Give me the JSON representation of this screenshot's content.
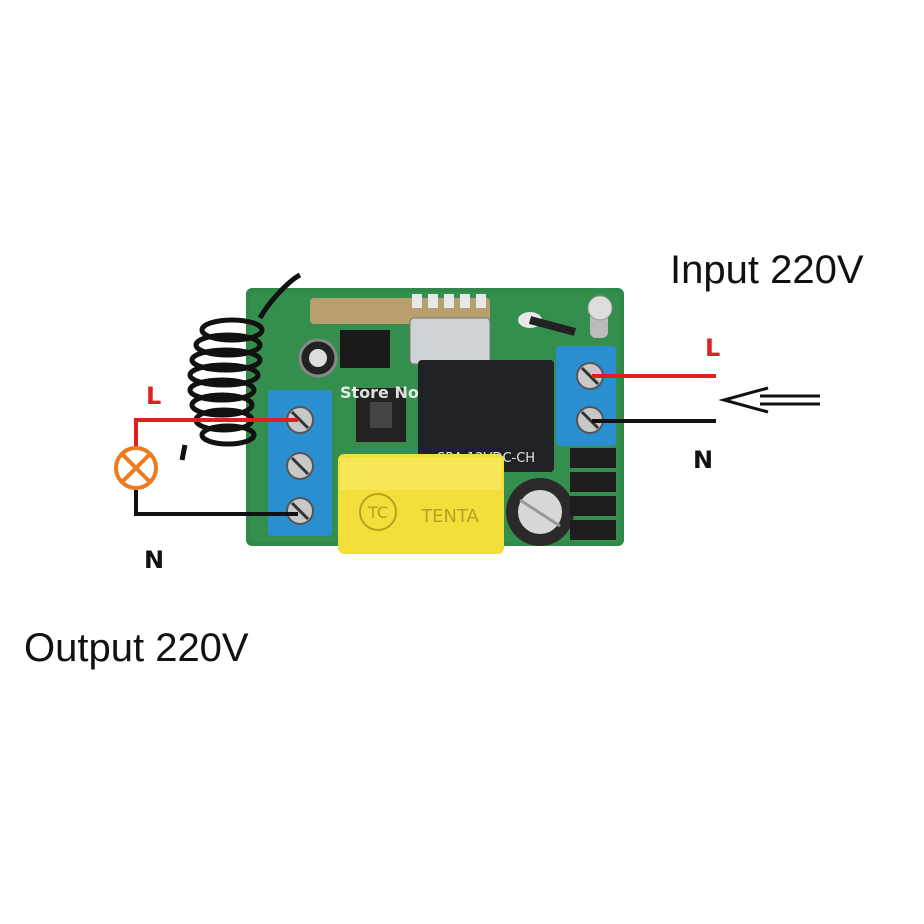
{
  "input_label": "Input 220V",
  "output_label": "Output 220V",
  "input_live": "L",
  "input_neutral": "N",
  "output_live": "L",
  "output_neutral": "N",
  "relay_text": "SRA-12VDC-CH",
  "capacitor_text": "TENTA",
  "capacitor_logo": "TC",
  "watermark": "Store No",
  "colors": {
    "live_wire": "#e02020",
    "neutral_wire": "#111111",
    "pcb": "#2f8a4a",
    "terminal": "#2a8fd0",
    "lamp": "#f07a1e"
  }
}
